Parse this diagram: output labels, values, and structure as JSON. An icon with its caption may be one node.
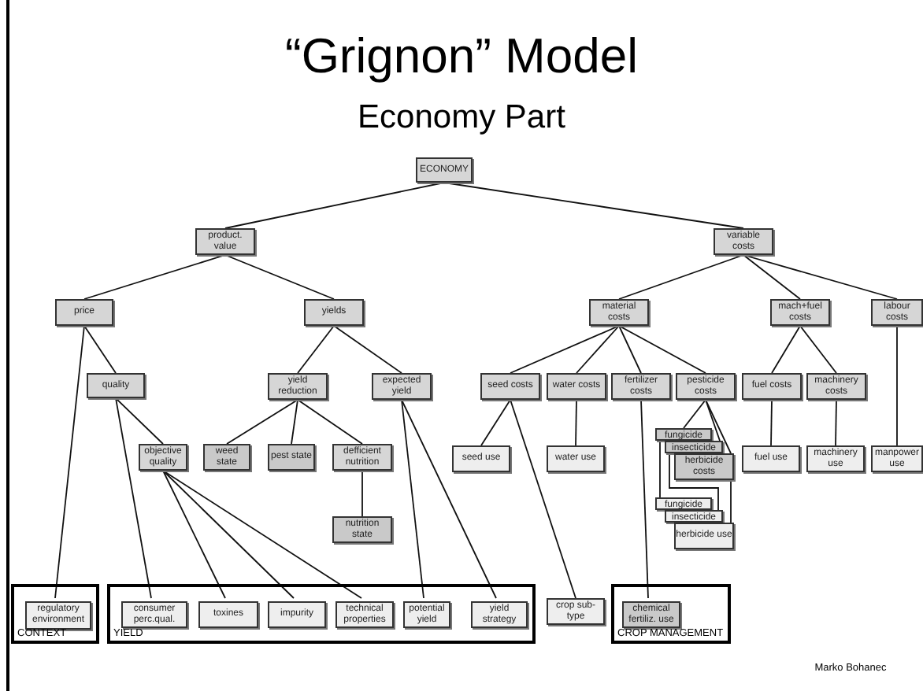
{
  "diagram": {
    "title": "“Grignon” Model",
    "nodes": [
      {
        "text": [
          "ECONOMY"
        ]
      },
      {
        "text": [
          "product. value"
        ]
      },
      {
        "text": [
          "variable costs"
        ]
      },
      {
        "text": [
          "price"
        ]
      },
      {
        "text": [
          "yields"
        ]
      },
      {
        "text": [
          "material costs"
        ]
      },
      {
        "text": [
          "mach+fuel costs"
        ]
      },
      {
        "text": [
          "labour costs"
        ]
      },
      {
        "text": [
          "quality"
        ]
      },
      {
        "text": [
          "yield reduction"
        ]
      },
      {
        "text": [
          "expected yield"
        ]
      },
      {
        "text": [
          "seed costs"
        ]
      },
      {
        "text": [
          "water costs"
        ]
      },
      {
        "text": [
          "fertilizer costs"
        ]
      },
      {
        "text": [
          "pesticide costs"
        ]
      },
      {
        "text": [
          "fuel costs"
        ]
      },
      {
        "text": [
          "machinery costs"
        ]
      },
      {
        "text": [
          "objective quality"
        ]
      },
      {
        "text": [
          "weed state"
        ]
      },
      {
        "text": [
          "pest state"
        ]
      },
      {
        "text": [
          "defficient nutrition"
        ]
      },
      {
        "text": [
          "seed use"
        ]
      },
      {
        "text": [
          "water use"
        ]
      },
      {
        "text": [
          "fungicide"
        ]
      },
      {
        "text": [
          "insecticide"
        ]
      },
      {
        "text": [
          "herbicide costs"
        ]
      },
      {
        "text": [
          "fuel use"
        ]
      },
      {
        "text": [
          "machinery use"
        ]
      },
      {
        "text": [
          "manpower use"
        ]
      },
      {
        "text": [
          "nutrition state"
        ]
      },
      {
        "text": [
          "fungicide"
        ]
      },
      {
        "text": [
          "insecticide"
        ]
      },
      {
        "text": [
          "herbicide use"
        ]
      },
      {
        "text": [
          "CONTEXT"
        ]
      },
      {
        "text": [
          "regulatory environment"
        ],
        "in": 33
      },
      {
        "text": [
          "YIELD"
        ]
      },
      {
        "text": [
          "consumer perc.qual."
        ],
        "in": 35
      },
      {
        "text": [
          "toxines"
        ],
        "in": 35
      },
      {
        "text": [
          "impurity"
        ],
        "in": 35
      },
      {
        "text": [
          "technical properties"
        ],
        "in": 35
      },
      {
        "text": [
          "potential yield"
        ],
        "in": 35
      },
      {
        "text": [
          "yield strategy"
        ],
        "in": 35
      },
      {
        "text": [
          "crop sub-type"
        ]
      },
      {
        "text": [
          "CROP MANAGEMENT"
        ]
      },
      {
        "text": [
          "chemical fertiliz. use"
        ],
        "in": 43
      }
    ],
    "edges": [
      {
        "from": 0,
        "to": 1,
        "arrow": "none"
      },
      {
        "from": 0,
        "to": 2,
        "arrow": "none"
      },
      {
        "from": 1,
        "to": 3,
        "arrow": "none"
      },
      {
        "from": 1,
        "to": 4,
        "arrow": "none"
      },
      {
        "from": 2,
        "to": 5,
        "arrow": "none"
      },
      {
        "from": 2,
        "to": 6,
        "arrow": "none"
      },
      {
        "from": 2,
        "to": 7,
        "arrow": "none"
      },
      {
        "from": 3,
        "to": 8,
        "arrow": "none"
      },
      {
        "from": 3,
        "to": 34,
        "arrow": "none"
      },
      {
        "from": 4,
        "to": 9,
        "arrow": "none"
      },
      {
        "from": 4,
        "to": 10,
        "arrow": "none"
      },
      {
        "from": 5,
        "to": 11,
        "arrow": "none"
      },
      {
        "from": 5,
        "to": 12,
        "arrow": "none"
      },
      {
        "from": 5,
        "to": 13,
        "arrow": "none"
      },
      {
        "from": 5,
        "to": 14,
        "arrow": "none"
      },
      {
        "from": 6,
        "to": 15,
        "arrow": "none"
      },
      {
        "from": 6,
        "to": 16,
        "arrow": "none"
      },
      {
        "from": 7,
        "to": 28,
        "arrow": "none"
      },
      {
        "from": 8,
        "to": 17,
        "arrow": "none"
      },
      {
        "from": 8,
        "to": 36,
        "arrow": "none"
      },
      {
        "from": 9,
        "to": 18,
        "arrow": "none"
      },
      {
        "from": 9,
        "to": 19,
        "arrow": "none"
      },
      {
        "from": 9,
        "to": 20,
        "arrow": "none"
      },
      {
        "from": 10,
        "to": 40,
        "arrow": "none"
      },
      {
        "from": 10,
        "to": 41,
        "arrow": "none"
      },
      {
        "from": 11,
        "to": 21,
        "arrow": "none"
      },
      {
        "from": 11,
        "to": 42,
        "arrow": "none"
      },
      {
        "from": 12,
        "to": 22,
        "arrow": "none"
      },
      {
        "from": 13,
        "to": 44,
        "arrow": "none"
      },
      {
        "from": 14,
        "to": 23,
        "arrow": "none"
      },
      {
        "from": 14,
        "to": 24,
        "arrow": "none"
      },
      {
        "from": 14,
        "to": 25,
        "arrow": "none"
      },
      {
        "from": 15,
        "to": 26,
        "arrow": "none"
      },
      {
        "from": 16,
        "to": 27,
        "arrow": "none"
      },
      {
        "from": 17,
        "to": 37,
        "arrow": "none"
      },
      {
        "from": 17,
        "to": 38,
        "arrow": "none"
      },
      {
        "from": 17,
        "to": 39,
        "arrow": "none"
      },
      {
        "from": 20,
        "to": 29,
        "arrow": "none"
      },
      {
        "from": 23,
        "to": 30,
        "arrow": "none"
      },
      {
        "from": 24,
        "to": 31,
        "arrow": "none"
      },
      {
        "from": 25,
        "to": 32,
        "arrow": "none"
      }
    ],
    "labels": [
      "Economy Part",
      "Marko Bohanec"
    ]
  }
}
